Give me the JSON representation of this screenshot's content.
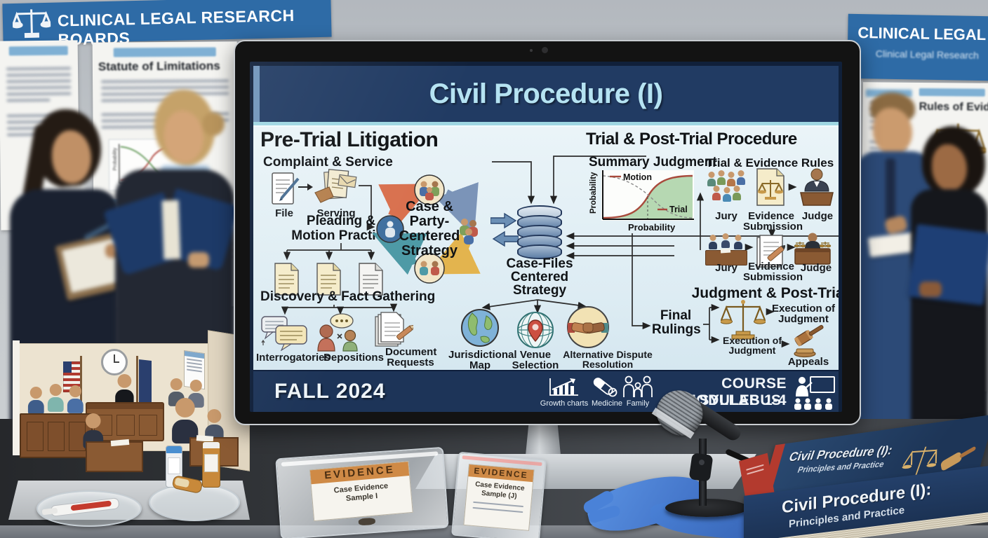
{
  "bg": {
    "banner_left": "CLINICAL LEGAL RESEARCH BOARDS",
    "banner_right": "CLINICAL LEGAL RESEARCH",
    "banner_right_sub": "Clinical Legal Research",
    "poster_left_title": "Statute of Limitations",
    "poster_right_title": "Rules of Evidence"
  },
  "screen": {
    "title": "Civil Procedure (I)",
    "pretrial": {
      "heading": "Pre-Trial Litigation",
      "complaint_title": "Complaint & Service",
      "file": "File",
      "serving": "Serving",
      "pleading_title": "Pleading &\nMotion Practice",
      "discovery_title": "Discovery & Fact Gathering",
      "interrogatories": "Interrogatories",
      "depositions": "Depositions",
      "doc_requests": "Document\nRequests"
    },
    "center": {
      "cycle": "Case &\nParty-\nCentered\nStrategy",
      "database": "Case-Files\nCentered\nStrategy",
      "venue1": "Jurisdictional\nMap",
      "venue2": "Venue\nSelection",
      "venue3": "Alternative Dispute\nResolution"
    },
    "trial": {
      "heading": "Trial & Post-Trial Procedure",
      "sj_title": "Summary Judgment",
      "sj_ylabel": "Probability",
      "sj_xlabel": "Probability",
      "sj_motion": "Motion",
      "sj_trial": "Trial",
      "er_title": "Trial & Evidence Rules",
      "r1_jury": "Jury",
      "r1_evidence": "Evidence\nSubmission",
      "r1_judge": "Judge",
      "r2_jury": "Jury",
      "r2_evidence": "Evidence\nSubmission",
      "r2_judge": "Judge",
      "pt_title": "Judgment & Post-Trial",
      "final_rulings": "Final\nRulings",
      "exec_top": "Execution of\nJudgment",
      "exec_bottom": "Execution of\nJudgment",
      "appeals": "Appeals"
    },
    "footer": {
      "term": "FALL 2024",
      "growth": "Growth charts",
      "medicine": "Medicine",
      "family": "Family",
      "syllabus1": "COURSE SYLLABUS:",
      "syllabus2": "MODULES 1-4"
    }
  },
  "desk": {
    "book_spine_title": "Civil Procedure (I):",
    "book_spine_sub": "Principles and Practice",
    "book_cover_title": "Civil Procedure (I):",
    "book_cover_sub": "Principles and Practice",
    "bag1_header": "EVIDENCE",
    "bag1_label": "Case Evidence\nSample I",
    "bag2_header": "EVIDENCE",
    "bag2_label": "Case Evidence\nSample (J)"
  }
}
